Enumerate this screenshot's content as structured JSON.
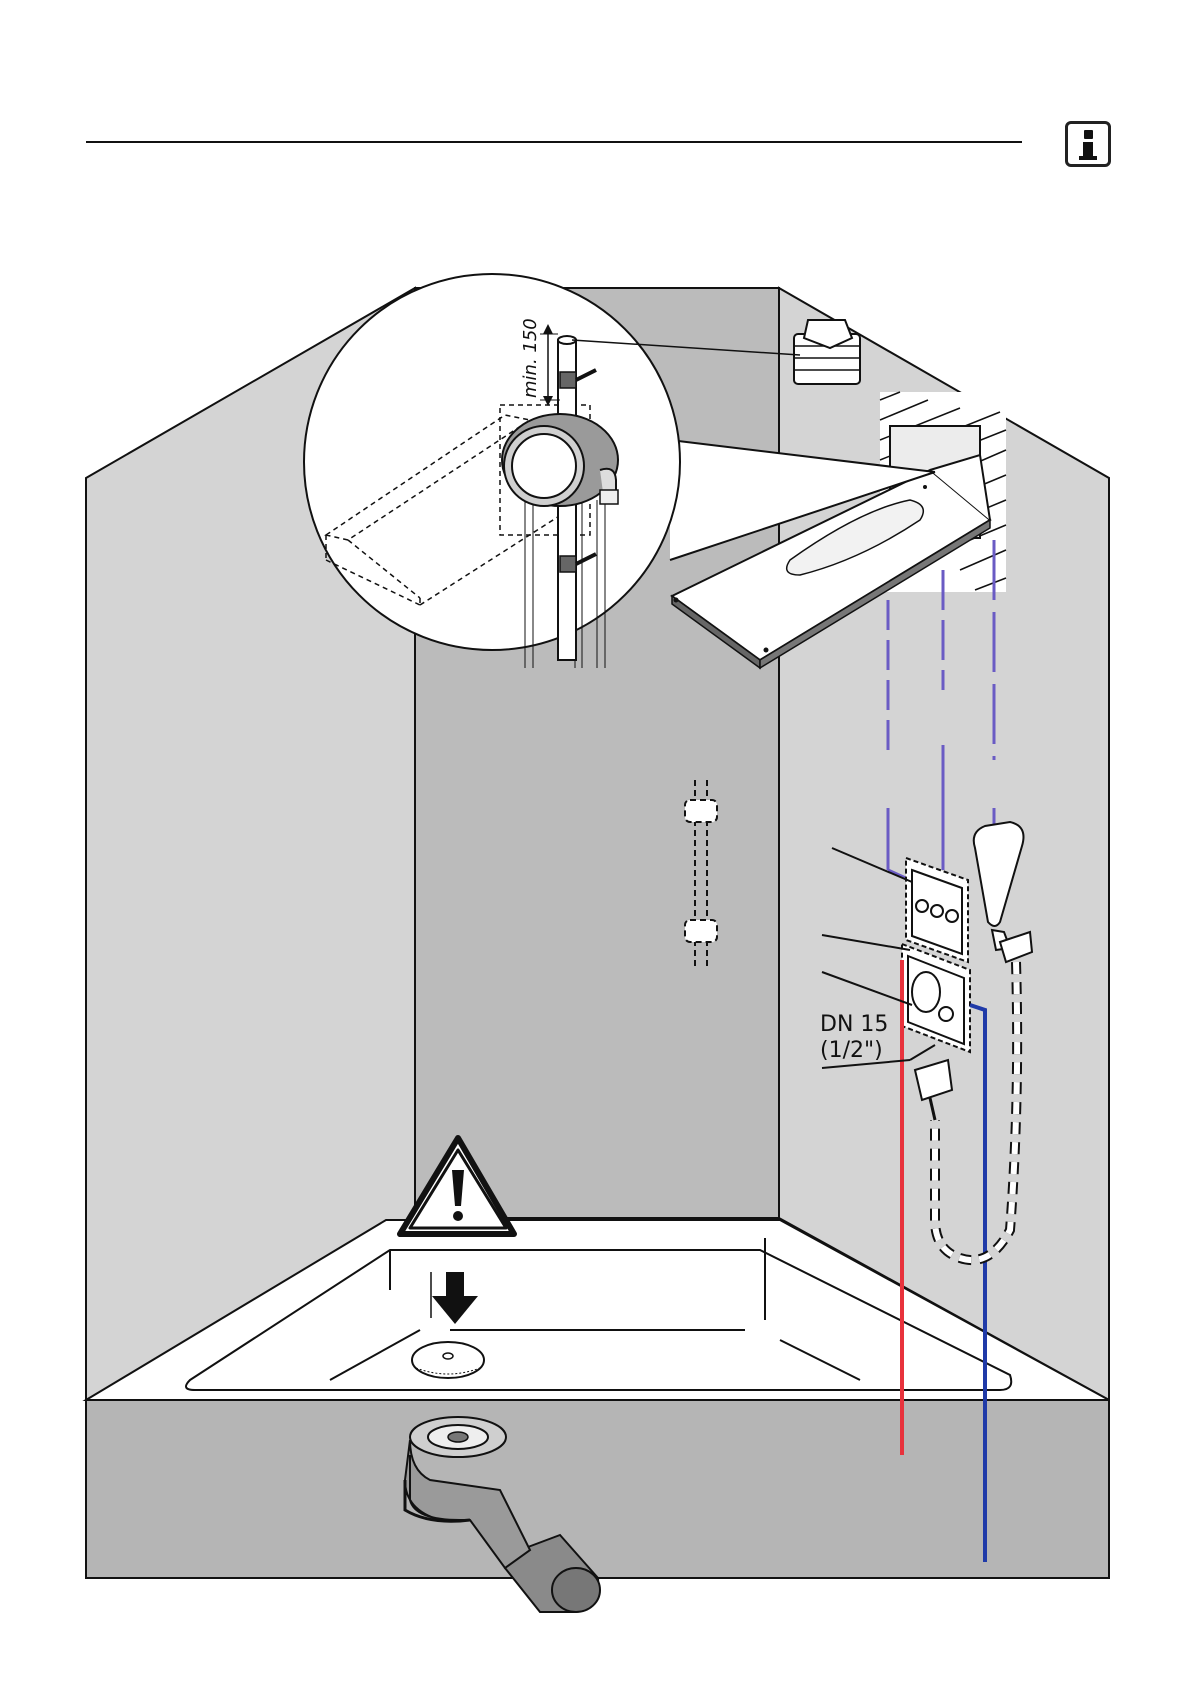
{
  "header": {
    "info_icon": "info-icon"
  },
  "callout": {
    "dimension_label": "min. 150"
  },
  "pipe_label": {
    "line1": "DN 15",
    "line2": "(1/2\")"
  },
  "colors": {
    "side_wall": "#d4d4d4",
    "back_wall": "#bbbbbb",
    "floor_band": "#b5b5b5",
    "hot_pipe": "#e8323c",
    "cold_pipe": "#1f3aa8",
    "shower_pipe": "#6a5bc4",
    "outline": "#111111"
  },
  "icons": [
    "info-icon",
    "warning-icon",
    "arrow-down-icon",
    "drain-icon",
    "plug-icon",
    "hand-shower-icon",
    "thermostat-icon",
    "control-buttons-icon",
    "overhead-shower-icon"
  ]
}
